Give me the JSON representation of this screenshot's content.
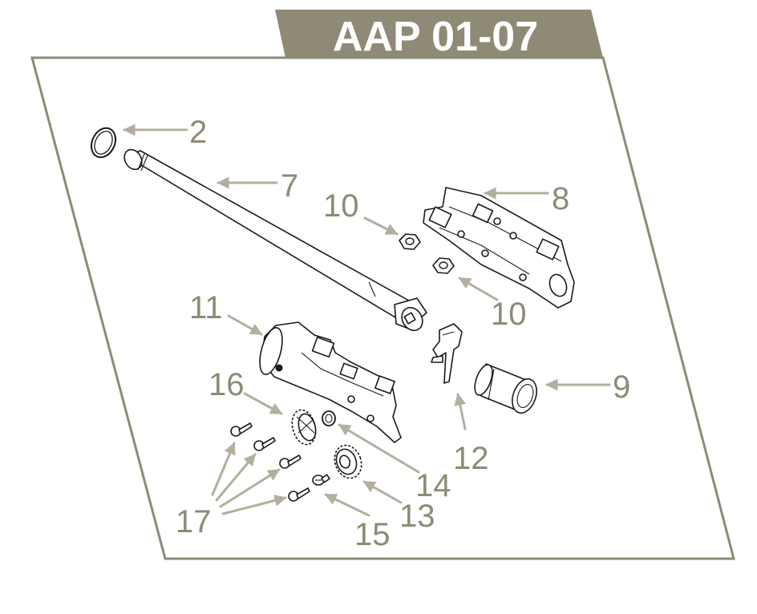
{
  "title": "AAP 01-07",
  "colors": {
    "frame": "#8e8a76",
    "banner": "#8e8a76",
    "banner_text": "#ffffff",
    "callout": "#8e8a76",
    "arrow": "#b3ae9e",
    "line_art": "#1a1a1a"
  },
  "parts": [
    {
      "id": "2",
      "label": "2",
      "icon": "o-ring-icon"
    },
    {
      "id": "7",
      "label": "7",
      "icon": "inner-barrel-icon"
    },
    {
      "id": "8",
      "label": "8",
      "icon": "barrel-housing-right-icon"
    },
    {
      "id": "9",
      "label": "9",
      "icon": "hop-up-bucking-icon"
    },
    {
      "id": "10a",
      "label": "10",
      "icon": "hex-nut-icon"
    },
    {
      "id": "10b",
      "label": "10",
      "icon": "hex-nut-icon"
    },
    {
      "id": "11",
      "label": "11",
      "icon": "hop-up-chamber-icon"
    },
    {
      "id": "12",
      "label": "12",
      "icon": "hop-up-arm-icon"
    },
    {
      "id": "13",
      "label": "13",
      "icon": "gear-wheel-icon"
    },
    {
      "id": "14",
      "label": "14",
      "icon": "washer-icon"
    },
    {
      "id": "15",
      "label": "15",
      "icon": "small-screw-icon"
    },
    {
      "id": "16",
      "label": "16",
      "icon": "adjustment-gear-icon"
    },
    {
      "id": "17",
      "label": "17",
      "icon": "screw-set-icon"
    }
  ]
}
